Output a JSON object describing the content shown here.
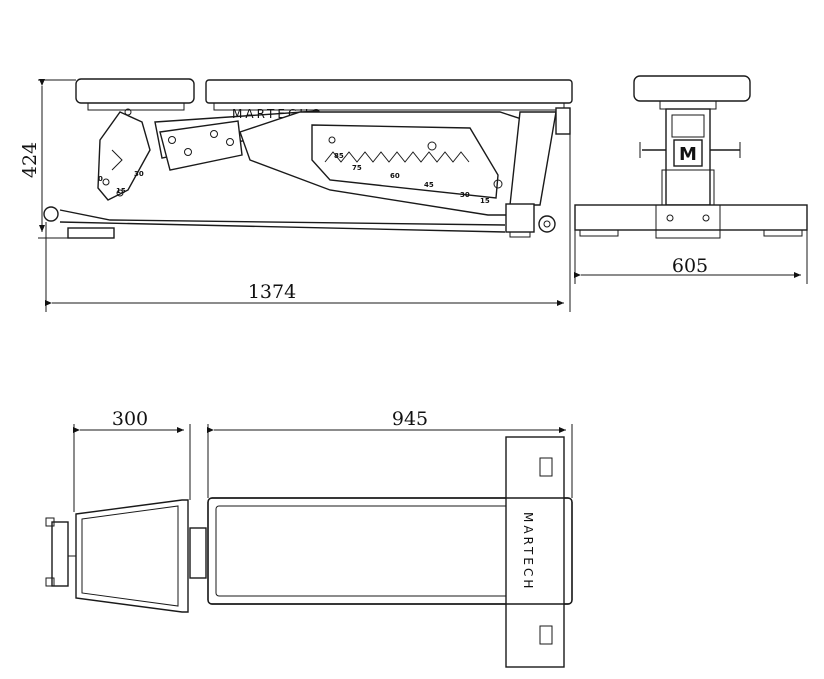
{
  "dimensions": {
    "height": "424",
    "length": "1374",
    "width": "605",
    "seat_length": "300",
    "back_length": "945"
  },
  "brand": {
    "side_text": "MARTECHO",
    "top_text": "MARTECH",
    "logo_letter": "M"
  },
  "angle_marks": {
    "back": [
      "85",
      "75",
      "60",
      "45",
      "30",
      "15"
    ],
    "seat": [
      "0",
      "15",
      "30"
    ]
  }
}
